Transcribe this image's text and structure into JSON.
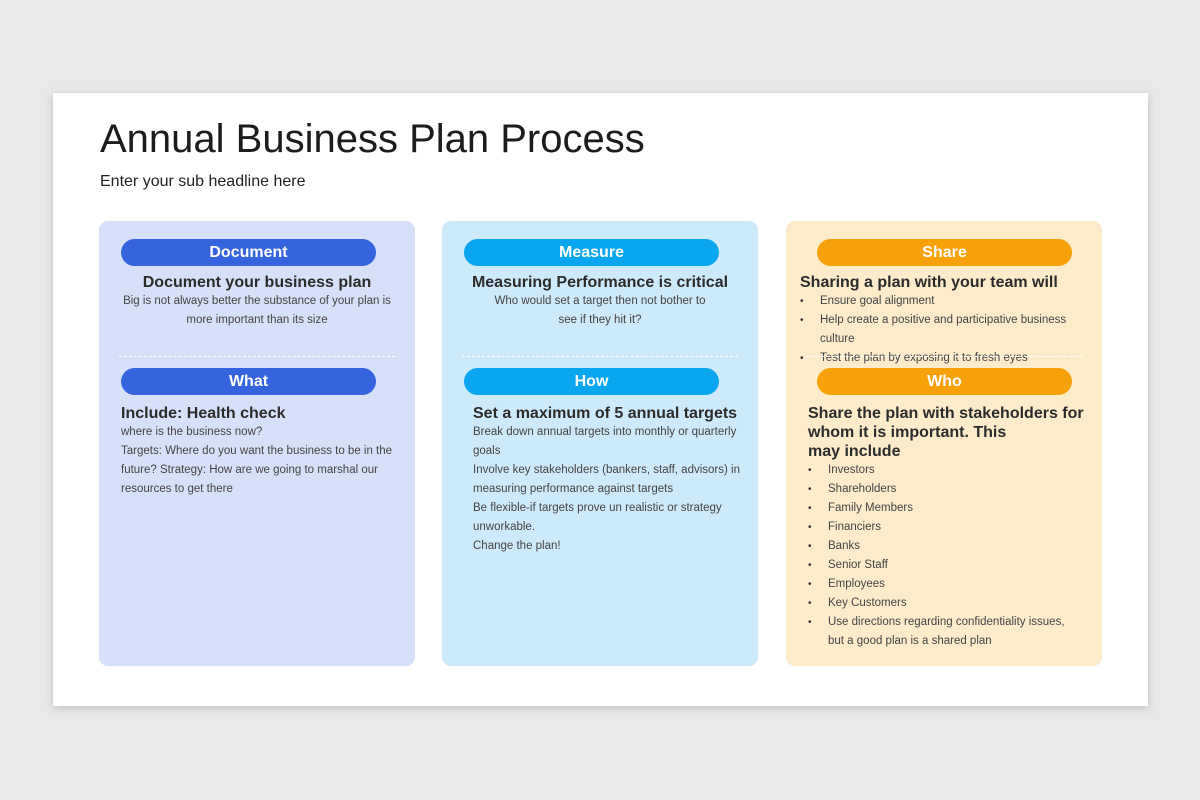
{
  "title": "Annual Business Plan Process",
  "subtitle": "Enter your sub headline here",
  "cards": [
    {
      "top_label": "Document",
      "top_heading": "Document your business plan",
      "top_lines": [
        "Big is not always better the substance of your plan is",
        "more important than its size"
      ],
      "bottom_label": "What",
      "bottom_heading": "Include: Health check",
      "bottom_lines": [
        "where is the business now?",
        "Targets: Where do you want the business to be in the",
        "future? Strategy: How are we going to marshal our",
        "resources to get there"
      ],
      "color": "#3564de",
      "background": "#d6e0f8"
    },
    {
      "top_label": "Measure",
      "top_heading": "Measuring Performance is critical",
      "top_lines": [
        "Who would set a target then not bother to",
        "see if they hit it?"
      ],
      "bottom_label": "How",
      "bottom_heading": "Set a maximum of 5 annual targets",
      "bottom_lines": [
        "Break down annual targets into monthly or quarterly",
        "goals",
        "Involve key stakeholders (bankers, staff, advisors) in",
        "measuring performance against targets",
        "Be flexible-if targets prove un realistic or strategy",
        "unworkable.",
        "Change the plan!"
      ],
      "color": "#0aa6ef",
      "background": "#cdeafb"
    },
    {
      "top_label": "Share",
      "top_heading": "Sharing a plan with your team will",
      "top_bullets": [
        "Ensure goal alignment",
        "Help create a positive and participative business culture",
        "Test the plan by exposing it to fresh eyes"
      ],
      "bottom_label": "Who",
      "bottom_heading_lines": [
        "Share the plan with stakeholders for",
        "whom it is important. This",
        "may include"
      ],
      "bottom_bullets": [
        "Investors",
        "Shareholders",
        "Family Members",
        "Financiers",
        "Banks",
        "Senior Staff",
        "Employees",
        "Key Customers",
        "Use directions regarding confidentiality issues,",
        "but a good plan is a shared plan"
      ],
      "color": "#f8a10b",
      "background": "#fdecca"
    }
  ]
}
